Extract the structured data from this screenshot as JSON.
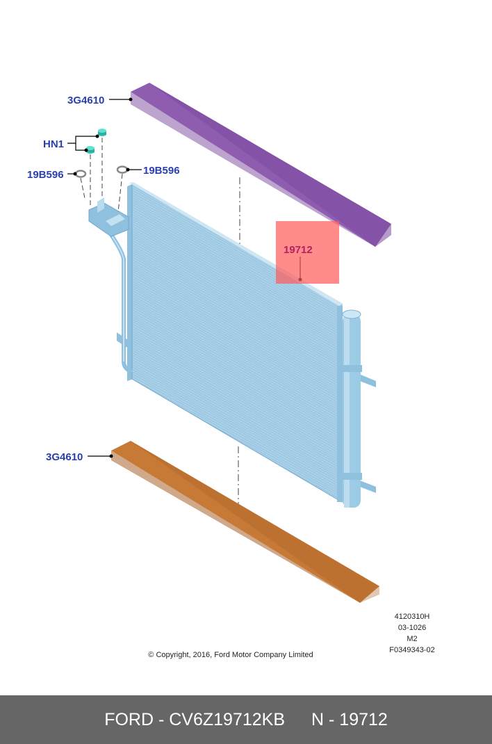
{
  "callouts": {
    "top_seal": "3G4610",
    "nuts": "HN1",
    "ring_left": "19B596",
    "ring_right": "19B596",
    "condenser": "19712",
    "bottom_seal": "3G4610"
  },
  "colors": {
    "callout_text": "#2a3fae",
    "top_seal": "#8e5db0",
    "bottom_seal": "#c77a35",
    "condenser": "#a8cfe6",
    "nut": "#2fc5b4",
    "highlight": "#ff5a5a",
    "footer_bg": "#666666"
  },
  "meta_codes": [
    "4120310H",
    "03-1026",
    "M2",
    "F0349343-02"
  ],
  "copyright": "© Copyright, 2016, Ford Motor Company Limited",
  "footer": {
    "part_text": "FORD - CV6Z19712KB",
    "ref_text": "N - 19712"
  }
}
